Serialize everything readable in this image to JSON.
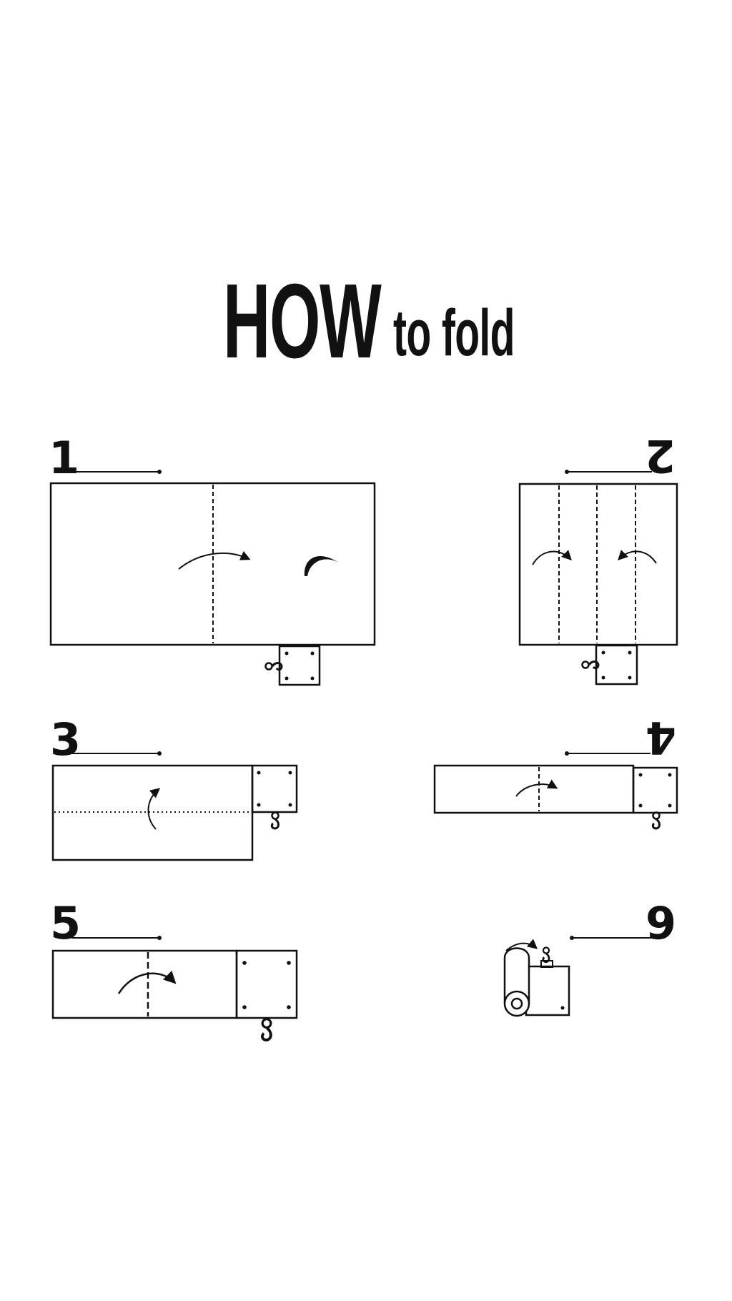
{
  "title": {
    "main": "HOW",
    "sub": "to fold"
  },
  "steps": [
    {
      "number": "1"
    },
    {
      "number": "2"
    },
    {
      "number": "3"
    },
    {
      "number": "4"
    },
    {
      "number": "5"
    },
    {
      "number": "6"
    }
  ],
  "colors": {
    "ink": "#111111",
    "background": "#ffffff"
  },
  "icons": {
    "fold_arrow": "curved-arrow-icon",
    "hook": "hook-icon",
    "pocket": "pocket-square-icon",
    "roll": "rolled-towel-icon"
  }
}
